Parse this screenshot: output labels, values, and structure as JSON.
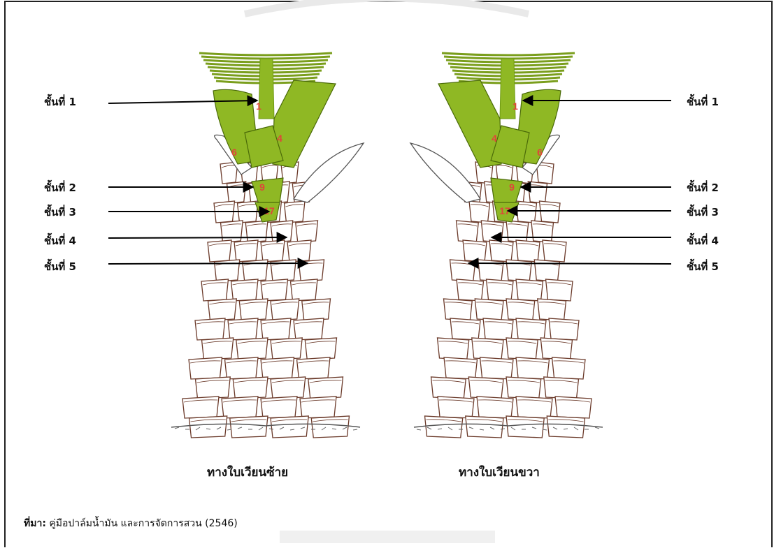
{
  "labels": {
    "left": [
      "ชั้นที่ 1",
      "ชั้นที่ 2",
      "ชั้นที่ 3",
      "ชั้นที่ 4",
      "ชั้นที่ 5"
    ],
    "right": [
      "ชั้นที่ 1",
      "ชั้นที่ 2",
      "ชั้นที่ 3",
      "ชั้นที่ 4",
      "ชั้นที่ 5"
    ]
  },
  "leaf_numbers": [
    "1",
    "4",
    "6",
    "9",
    "17"
  ],
  "captions": {
    "left": "ทางใบเวียนซ้าย",
    "right": "ทางใบเวียนขวา"
  },
  "source": {
    "prefix": "ที่มา:",
    "text": " คู่มือปาล์มน้ำมัน และการจัดการสวน (2546)"
  },
  "colors": {
    "leaf_green": "#8fb824",
    "leaf_dark": "#6e9a12",
    "number_red": "#e0453a",
    "trunk_line": "#6b3a2a"
  }
}
